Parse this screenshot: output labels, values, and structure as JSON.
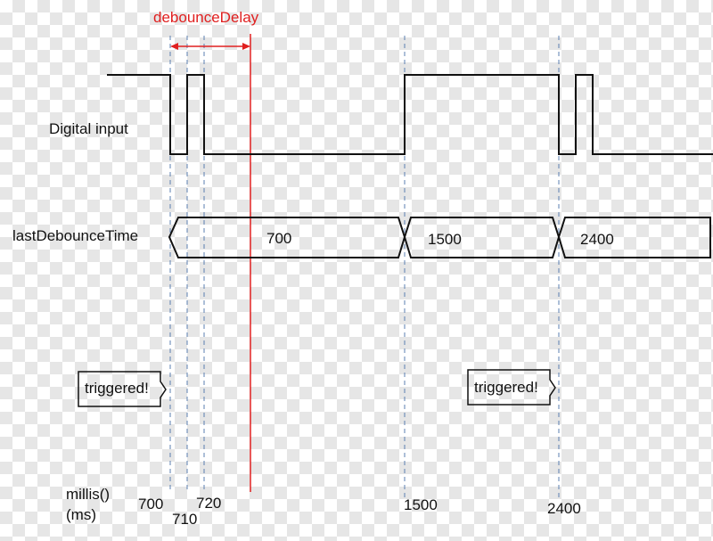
{
  "labels": {
    "debounce_delay": "debounceDelay",
    "digital_input": "Digital input",
    "last_debounce_time": "lastDebounceTime",
    "millis_line1": "millis()",
    "millis_line2": "(ms)"
  },
  "bus_values": [
    "700",
    "1500",
    "2400"
  ],
  "triggered": [
    "triggered!",
    "triggered!"
  ],
  "ticks": [
    "700",
    "710",
    "720",
    "1500",
    "2400"
  ],
  "colors": {
    "signal": "#111111",
    "guide": "#5b7fb0",
    "delay_marker": "#e02020"
  }
}
